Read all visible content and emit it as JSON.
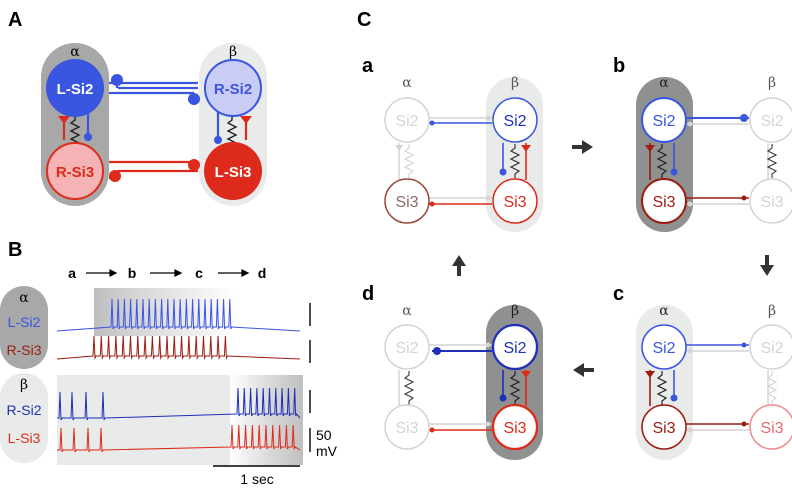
{
  "panel_labels": {
    "A": "A",
    "B": "B",
    "C": "C"
  },
  "panelA": {
    "alpha": "α",
    "beta": "β",
    "neurons": {
      "l_si2": "L-Si2",
      "r_si2": "R-Si2",
      "r_si3": "R-Si3",
      "l_si3": "L-Si3"
    }
  },
  "panelB": {
    "steps": [
      "a",
      "b",
      "c",
      "d"
    ],
    "group_alpha": {
      "label": "α",
      "rows": [
        "L-Si2",
        "R-Si3"
      ]
    },
    "group_beta": {
      "label": "β",
      "rows": [
        "R-Si2",
        "L-Si3"
      ]
    },
    "voltage_scale_value": "50",
    "voltage_scale_unit": "mV",
    "time_scale": "1 sec"
  },
  "panelC": {
    "states": [
      {
        "id": "a",
        "label": "a",
        "alpha": "α",
        "beta": "β",
        "si2": "Si2",
        "si3": "Si3"
      },
      {
        "id": "b",
        "label": "b",
        "alpha": "α",
        "beta": "β",
        "si2": "Si2",
        "si3": "Si3"
      },
      {
        "id": "c",
        "label": "c",
        "alpha": "α",
        "beta": "β",
        "si2": "Si2",
        "si3": "Si3"
      },
      {
        "id": "d",
        "label": "d",
        "alpha": "α",
        "beta": "β",
        "si2": "Si2",
        "si3": "Si3"
      }
    ]
  },
  "colors": {
    "blue": "#3a55e0",
    "dark_blue": "#1f2fb8",
    "light_blue": "#c9ccf5",
    "red": "#dd2a1a",
    "dark_red": "#9b1c10",
    "pink": "#f5b3b5",
    "grey_bg": "#a8a8a8",
    "light_grey_bg": "#e9eaea",
    "dark_grey_bg": "#8f9191",
    "faded": "#d4d4d4"
  },
  "icons": [
    "arrow-right-icon",
    "arrow-down-icon",
    "arrow-left-icon",
    "arrow-up-icon",
    "inhibitory-synapse-icon",
    "excitatory-synapse-icon",
    "electrical-synapse-icon"
  ]
}
